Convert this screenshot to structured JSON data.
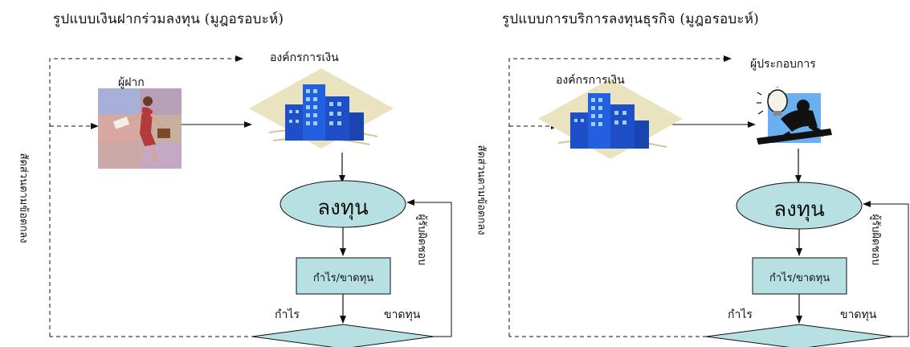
{
  "left": {
    "title": "รูปแบบเงินฝากร่วมลงทุน (มูฎอรอบะห์)",
    "depositor_label": "ผู้ฝาก",
    "institution_label": "องค์กรการเงิน",
    "invest_label": "ลงทุน",
    "pl_label": "กำไร/ขาดทุน",
    "profit_label": "กำไร",
    "loss_label": "ขาดทุน",
    "share_label": "สัดส่วนตามข้อตกลง",
    "bear_label": "ผู้รับผิดชอบ"
  },
  "right": {
    "title": "รูปแบบการบริการลงทุนธุรกิจ (มูฎอรอบะห์)",
    "institution_label": "องค์กรการเงิน",
    "entrepreneur_label": "ผู้ประกอบการ",
    "invest_label": "ลงทุน",
    "pl_label": "กำไร/ขาดทุน",
    "profit_label": "กำไร",
    "loss_label": "ขาดทุน",
    "share_label": "สัดส่วนตามข้อตกลง",
    "bear_label": "ผู้รับผิดชอบ"
  },
  "colors": {
    "ellipse_fill": "#b7e0e3",
    "box_fill": "#b7e0e3",
    "diamond_fill": "#b7e0e3",
    "building_blue": "#1f4fc8",
    "ground": "#e9e4bf"
  }
}
